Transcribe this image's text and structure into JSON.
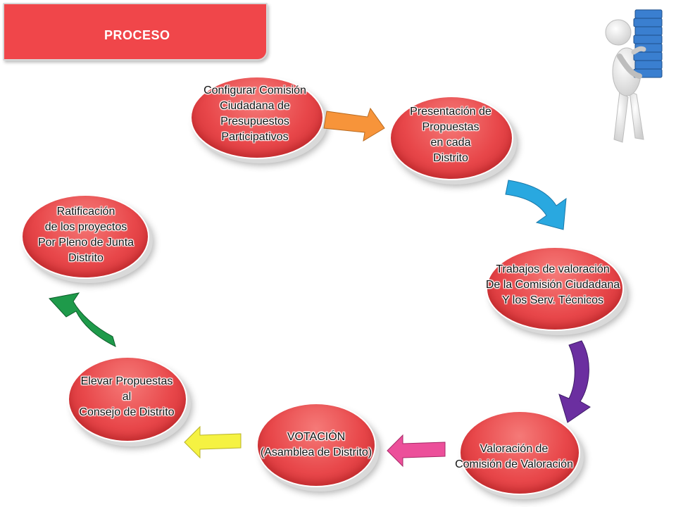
{
  "header": {
    "title": "PROCESO"
  },
  "stages": [
    {
      "lines": [
        "Configurar Comisión",
        "Ciudadana de",
        "Presupuestos",
        "Participativos"
      ]
    },
    {
      "lines": [
        "Presentación de",
        "Propuestas",
        "en cada",
        "Distrito"
      ]
    },
    {
      "lines": [
        "Trabajos de valoración",
        "De la Comisión Ciudadana",
        "Y los Serv. Técnicos"
      ]
    },
    {
      "lines": [
        "Valoración de",
        "Comisión de Valoración"
      ]
    },
    {
      "lines": [
        "VOTACIÓN",
        "(Asamblea de Distrito)"
      ]
    },
    {
      "lines": [
        "Elevar Propuestas",
        "al",
        "Consejo de Distrito"
      ]
    },
    {
      "lines": [
        "Ratificación",
        "de los proyectos",
        "Por Pleno de Junta",
        "Distrito"
      ]
    }
  ],
  "arrows": [
    {
      "name": "arrow-1-to-2",
      "color": "#f7943a"
    },
    {
      "name": "arrow-2-to-3",
      "color": "#29a8e0"
    },
    {
      "name": "arrow-3-to-4",
      "color": "#6b2fa0"
    },
    {
      "name": "arrow-4-to-5",
      "color": "#ec4f9a"
    },
    {
      "name": "arrow-5-to-6",
      "color": "#f5f242"
    },
    {
      "name": "arrow-6-to-7",
      "color": "#1e9a4a"
    }
  ],
  "illustration": {
    "icon": "person-carrying-binders-icon",
    "binder_color": "#3a7fd0"
  }
}
